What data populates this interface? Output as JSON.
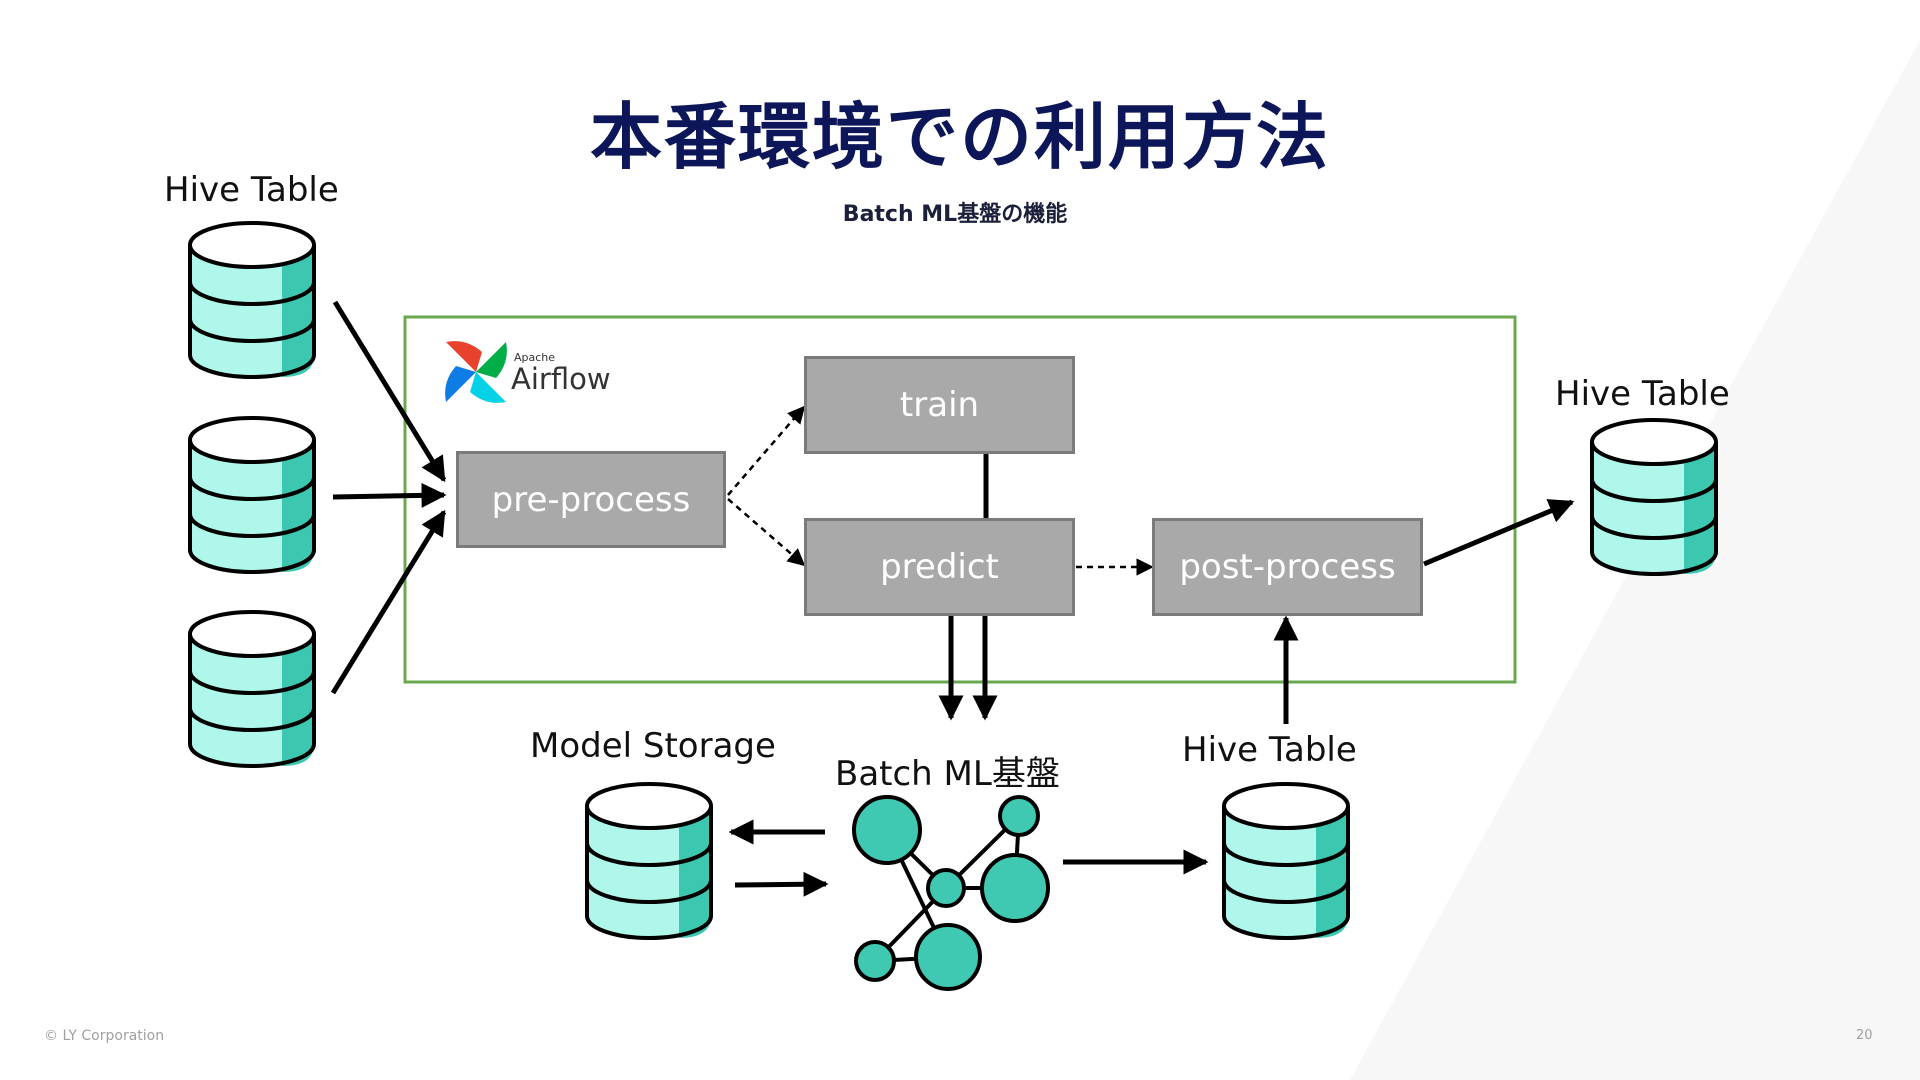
{
  "slide": {
    "title": "本番環境での利用方法",
    "subtitle": "Batch ML基盤の機能",
    "footer": "© LY Corporation",
    "page_number": "20"
  },
  "labels": {
    "hive_table_input": "Hive Table",
    "hive_table_output": "Hive Table",
    "hive_table_bottom": "Hive Table",
    "model_storage": "Model Storage",
    "batch_ml": "Batch ML基盤"
  },
  "airflow": {
    "apache": "Apache",
    "name": "Airflow"
  },
  "tasks": {
    "pre_process": "pre-process",
    "train": "train",
    "predict": "predict",
    "post_process": "post-process"
  },
  "colors": {
    "title": "#0c1658",
    "container_border": "#6aa84f",
    "task_fill": "#a9a9a9",
    "db_fill": "#aef7ea",
    "db_side": "#3cc8b0",
    "network_node": "#40c9b2"
  }
}
